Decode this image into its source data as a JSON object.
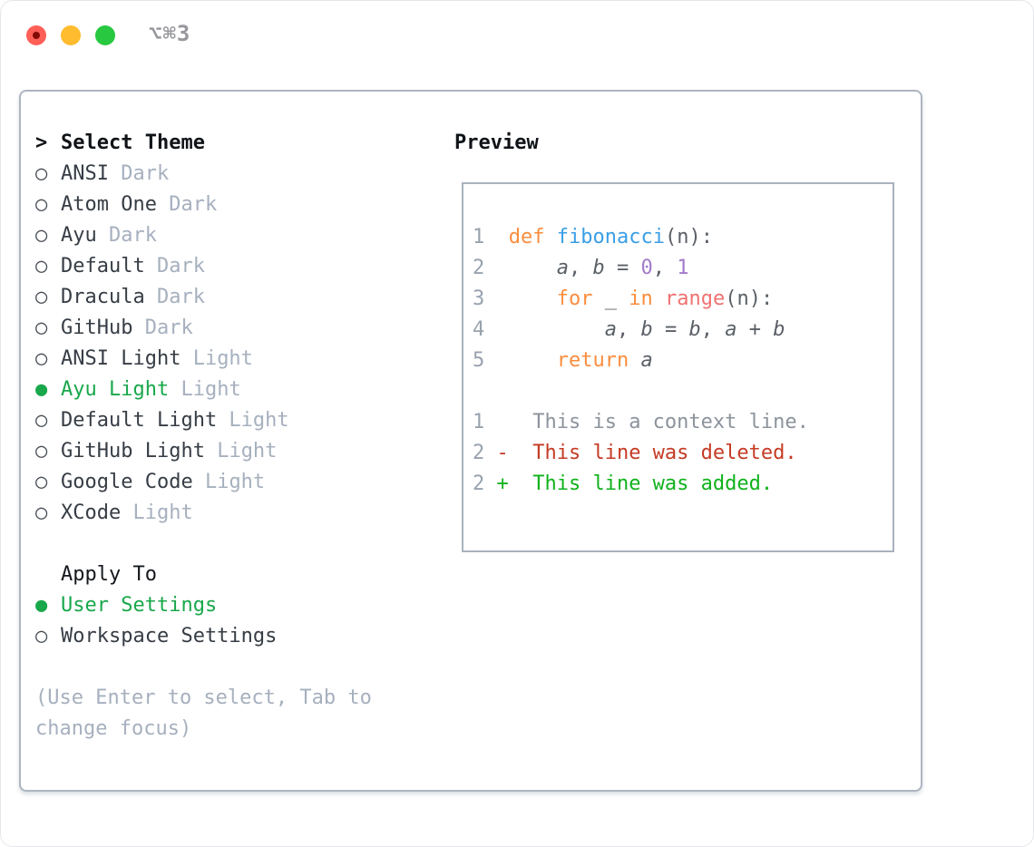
{
  "window": {
    "title": "⌥⌘3"
  },
  "colors": {
    "green": "#19A74B",
    "heading": "#101317",
    "text": "#373D45",
    "muted": "#A6B0BE",
    "markerc": "#454B54",
    "border1": "#ADB5C0",
    "border2": "#A9B2BE",
    "title": "#97989D",
    "tlred": "#FF5F57",
    "tlyellow": "#FEBC2E",
    "tlgreen": "#28C840",
    "tldot": "#820B06",
    "ln": "#98A2AE",
    "fg": "#5B6067",
    "kw": "#FA8D3E",
    "fn": "#3B9EE5",
    "nm": "#A37ACC",
    "sp": "#F07171",
    "ctx": "#8C939C",
    "del": "#C43B24",
    "add": "#10B21C"
  },
  "markers": {
    "prompt": ">",
    "selected": "●",
    "unselected": "○"
  },
  "left": {
    "header": {
      "prompt": ">",
      "label": "Select Theme"
    },
    "themes": [
      {
        "name": "ANSI",
        "variant": "Dark",
        "selected": false
      },
      {
        "name": "Atom One",
        "variant": "Dark",
        "selected": false
      },
      {
        "name": "Ayu",
        "variant": "Dark",
        "selected": false
      },
      {
        "name": "Default",
        "variant": "Dark",
        "selected": false
      },
      {
        "name": "Dracula",
        "variant": "Dark",
        "selected": false
      },
      {
        "name": "GitHub",
        "variant": "Dark",
        "selected": false
      },
      {
        "name": "ANSI Light",
        "variant": "Light",
        "selected": false
      },
      {
        "name": "Ayu Light",
        "variant": "Light",
        "selected": true
      },
      {
        "name": "Default Light",
        "variant": "Light",
        "selected": false
      },
      {
        "name": "GitHub Light",
        "variant": "Light",
        "selected": false
      },
      {
        "name": "Google Code",
        "variant": "Light",
        "selected": false
      },
      {
        "name": "XCode",
        "variant": "Light",
        "selected": false
      }
    ],
    "apply_to": {
      "header": "Apply To",
      "options": [
        {
          "label": "User Settings",
          "selected": true
        },
        {
          "label": "Workspace Settings",
          "selected": false
        }
      ]
    },
    "hint_lines": [
      "(Use Enter to select, Tab to",
      "change focus)"
    ]
  },
  "preview": {
    "header": "Preview",
    "lines": [
      {
        "segs": [
          {
            "t": "1  ",
            "c": "ln"
          },
          {
            "t": "def ",
            "c": "kw"
          },
          {
            "t": "fibonacci",
            "c": "fn"
          },
          {
            "t": "(n):",
            "c": "fg"
          }
        ]
      },
      {
        "segs": [
          {
            "t": "2  ",
            "c": "ln"
          },
          {
            "t": "    ",
            "c": "fg"
          },
          {
            "t": "a",
            "c": "fg",
            "i": true
          },
          {
            "t": ", ",
            "c": "fg"
          },
          {
            "t": "b",
            "c": "fg",
            "i": true
          },
          {
            "t": " = ",
            "c": "fg"
          },
          {
            "t": "0",
            "c": "nm"
          },
          {
            "t": ", ",
            "c": "fg"
          },
          {
            "t": "1",
            "c": "nm"
          }
        ]
      },
      {
        "segs": [
          {
            "t": "3  ",
            "c": "ln"
          },
          {
            "t": "    ",
            "c": "fg"
          },
          {
            "t": "for",
            "c": "kw"
          },
          {
            "t": " _ ",
            "c": "fg"
          },
          {
            "t": "in",
            "c": "kw"
          },
          {
            "t": " ",
            "c": "fg"
          },
          {
            "t": "range",
            "c": "sp"
          },
          {
            "t": "(n):",
            "c": "fg"
          }
        ]
      },
      {
        "segs": [
          {
            "t": "4  ",
            "c": "ln"
          },
          {
            "t": "        ",
            "c": "fg"
          },
          {
            "t": "a",
            "c": "fg",
            "i": true
          },
          {
            "t": ", ",
            "c": "fg"
          },
          {
            "t": "b",
            "c": "fg",
            "i": true
          },
          {
            "t": " = ",
            "c": "fg"
          },
          {
            "t": "b",
            "c": "fg",
            "i": true
          },
          {
            "t": ", ",
            "c": "fg"
          },
          {
            "t": "a",
            "c": "fg",
            "i": true
          },
          {
            "t": " + ",
            "c": "fg"
          },
          {
            "t": "b",
            "c": "fg",
            "i": true
          }
        ]
      },
      {
        "segs": [
          {
            "t": "5  ",
            "c": "ln"
          },
          {
            "t": "    ",
            "c": "fg"
          },
          {
            "t": "return ",
            "c": "kw"
          },
          {
            "t": "a",
            "c": "fg",
            "i": true
          }
        ]
      },
      {
        "segs": []
      },
      {
        "segs": [
          {
            "t": "1 ",
            "c": "ln"
          },
          {
            "t": "   This is a context line.",
            "c": "ctx"
          }
        ]
      },
      {
        "segs": [
          {
            "t": "2 ",
            "c": "ln"
          },
          {
            "t": "-  This line was deleted.",
            "c": "del"
          }
        ]
      },
      {
        "segs": [
          {
            "t": "2 ",
            "c": "ln"
          },
          {
            "t": "+  This line was added.",
            "c": "add"
          }
        ]
      }
    ]
  }
}
